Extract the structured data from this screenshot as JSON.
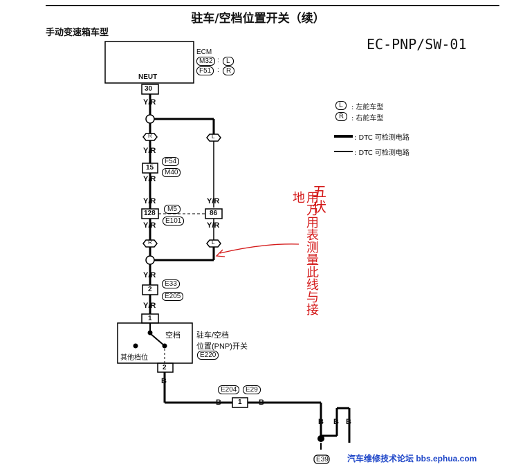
{
  "header": {
    "title": "驻车/空档位置开关（续）",
    "subtitle": "手动变速箱车型",
    "code": "EC-PNP/SW-01"
  },
  "ecm": {
    "name": "ECM",
    "conn1": "M32",
    "conn2": "F51",
    "tag1": "L",
    "tag2": "R",
    "terminal_label": "NEUT",
    "terminal": "30"
  },
  "legend": {
    "lhd_tag": "L",
    "lhd_text": ": 左舵车型",
    "rhd_tag": "R",
    "rhd_text": ": 右舵车型",
    "thick_text": ": DTC 可检测电路",
    "thin_text": ": DTC 可检测电路"
  },
  "wires": {
    "yr": "Y/R",
    "b": "B"
  },
  "junctions": {
    "r_tag": "R",
    "l_tag": "L"
  },
  "connectors": {
    "c15": "15",
    "f54": "F54",
    "m40": "M40",
    "c128": "128",
    "m5": "M5",
    "e101": "E101",
    "c86": "86",
    "c2": "2",
    "e33": "E33",
    "e205": "E205",
    "switch_top": "1",
    "switch_bottom": "2",
    "e204": "E204",
    "e29": "E29",
    "c1": "1",
    "e39": "E39"
  },
  "switch": {
    "neutral": "空档",
    "others": "其他档位",
    "name_line1": "驻车/空档",
    "name_line2": "位置(PNP)开关",
    "conn": "E220"
  },
  "annotation": {
    "text": "用万用表测量此线与接地",
    "extra": "五伏"
  },
  "watermark": "汽车维修技术论坛 bbs.ephua.com"
}
